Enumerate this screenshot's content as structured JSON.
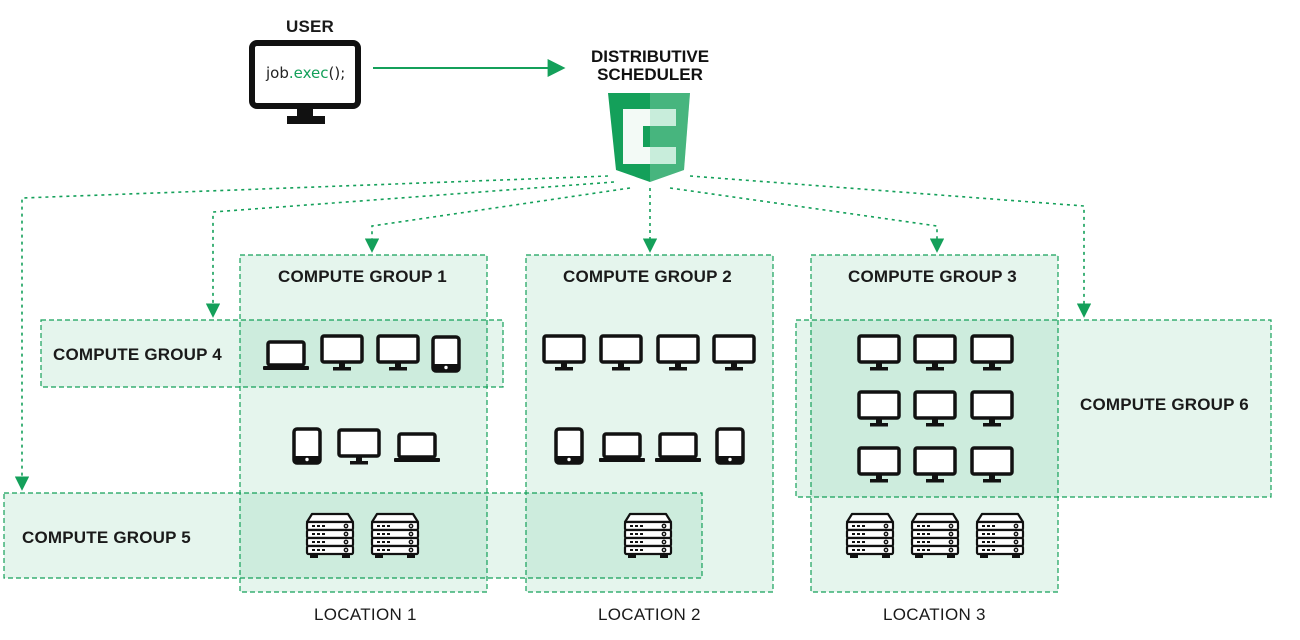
{
  "user": {
    "label": "USER",
    "code_object": "job",
    "code_dot": ".",
    "code_method": "exec",
    "code_suffix": "();"
  },
  "scheduler": {
    "title_line1": "DISTRIBUTIVE",
    "title_line2": "SCHEDULER",
    "logo_icon": "distributive-c-shield-icon"
  },
  "groups": {
    "g1": "COMPUTE GROUP 1",
    "g2": "COMPUTE GROUP 2",
    "g3": "COMPUTE GROUP 3",
    "g4": "COMPUTE GROUP 4",
    "g5": "COMPUTE GROUP 5",
    "g6": "COMPUTE GROUP 6"
  },
  "locations": {
    "l1": "LOCATION 1",
    "l2": "LOCATION 2",
    "l3": "LOCATION 3"
  },
  "colors": {
    "accent": "#14a05a",
    "box_fill": "#e6f5ee",
    "icon": "#111111"
  },
  "devices": {
    "location1": [
      "laptop",
      "monitor",
      "monitor",
      "tablet",
      "tablet",
      "monitor",
      "laptop",
      "server",
      "server"
    ],
    "location2": [
      "monitor",
      "monitor",
      "monitor",
      "monitor",
      "tablet",
      "laptop",
      "laptop",
      "tablet",
      "server"
    ],
    "location3": [
      "monitor",
      "monitor",
      "monitor",
      "monitor",
      "monitor",
      "monitor",
      "monitor",
      "monitor",
      "monitor",
      "server",
      "server",
      "server"
    ]
  }
}
